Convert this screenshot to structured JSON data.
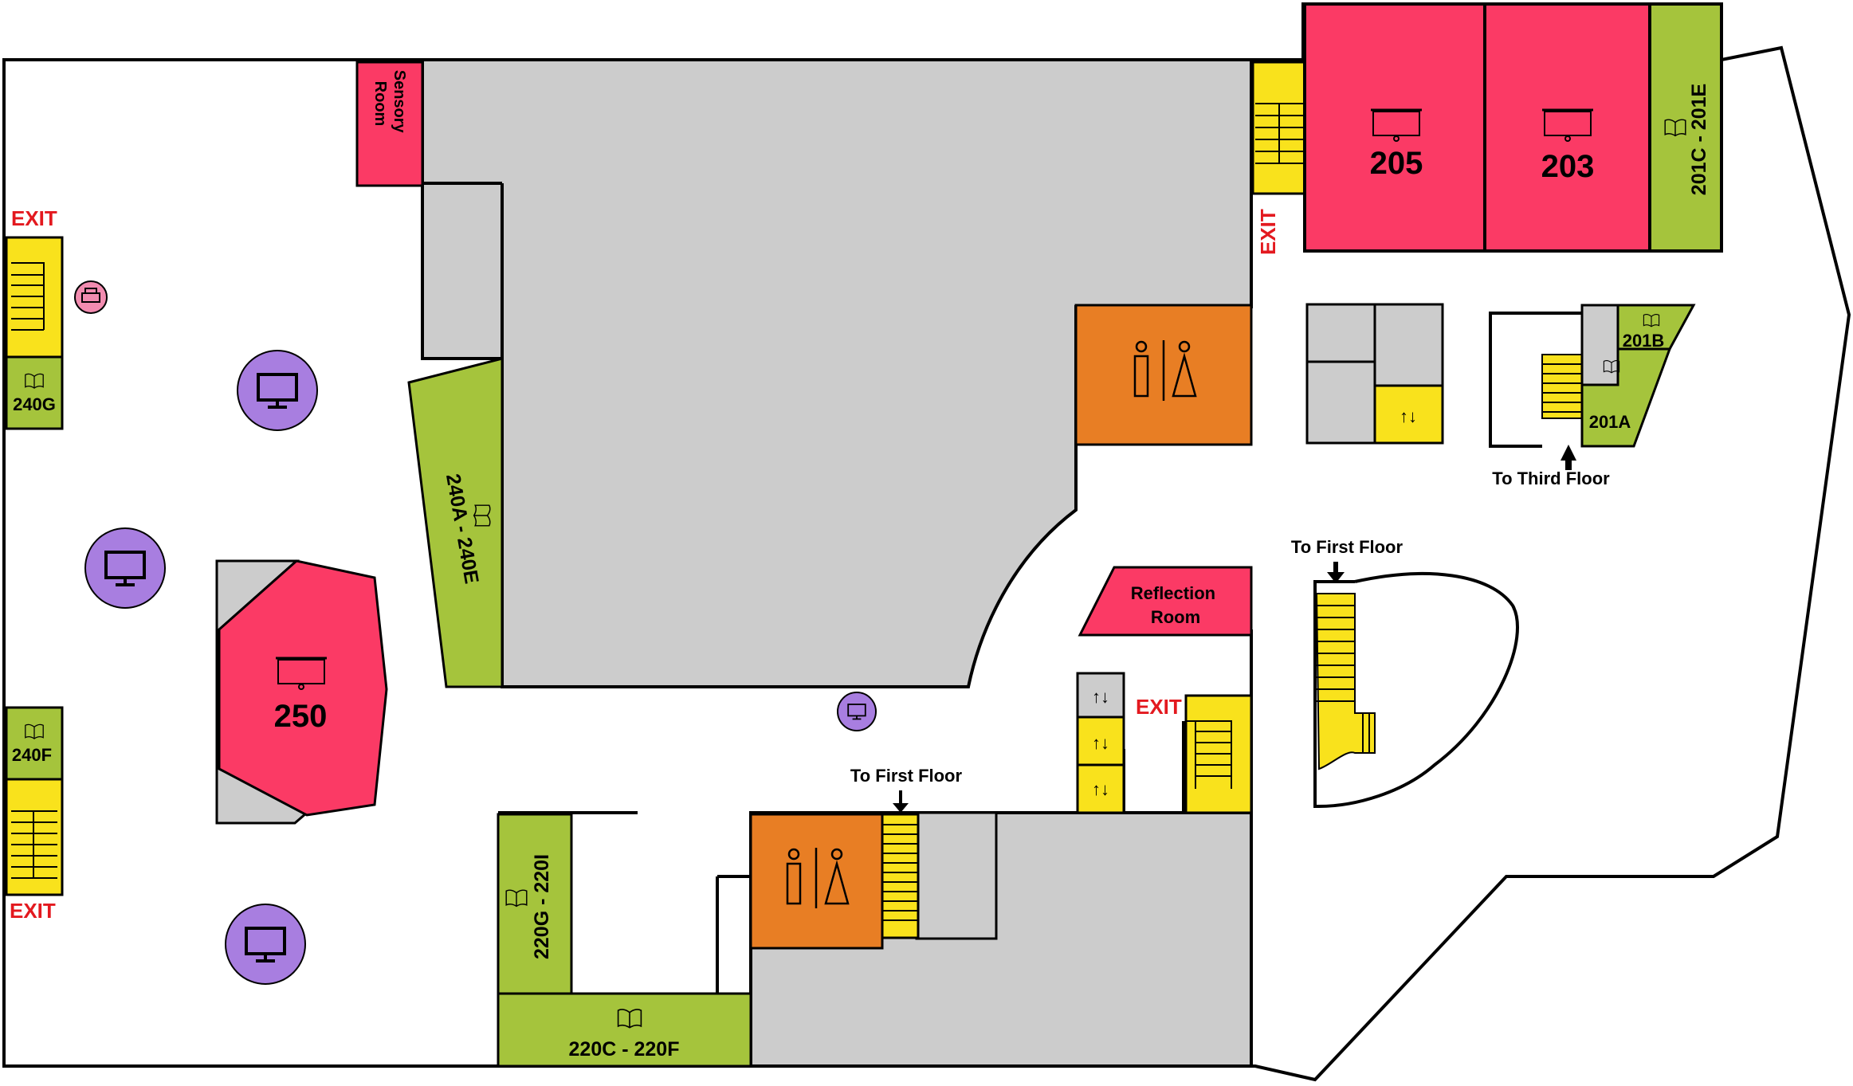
{
  "colors": {
    "classroom": "#fb3a65",
    "study_room": "#a5c43c",
    "stairs": "#f9e21c",
    "restroom": "#e87e24",
    "elevator": "#f9e21c",
    "atrium": "#cccccc",
    "display": "#a87ee0",
    "exit_text": "#e3191f",
    "printer": "#f28cb0"
  },
  "rooms": {
    "r205": "205",
    "r203": "203",
    "r250": "250",
    "r201ce": "201C - 201E",
    "r201b": "201B",
    "r201a": "201A",
    "r240ae": "240A - 240E",
    "r240g": "240G",
    "r240f": "240F",
    "r220gi": "220G - 220I",
    "r220cf": "220C - 220F",
    "sensory_line1": "Sensory",
    "sensory_line2": "Room",
    "reflection_line1": "Reflection",
    "reflection_line2": "Room"
  },
  "exits": {
    "exit_top_left": "EXIT",
    "exit_bottom_left": "EXIT",
    "exit_top_center": "EXIT",
    "exit_mid_center": "EXIT"
  },
  "navigation": {
    "to_third_floor": "To Third Floor",
    "to_first_floor_right": "To First Floor",
    "to_first_floor_bottom": "To First Floor"
  },
  "elevator_symbol": "↑↓",
  "icons": {
    "restroom": "restroom-icon",
    "projector": "projector-screen-icon",
    "study": "open-book-icon",
    "display": "monitor-icon",
    "printer": "printer-icon",
    "arrow": "arrow-down-icon"
  }
}
